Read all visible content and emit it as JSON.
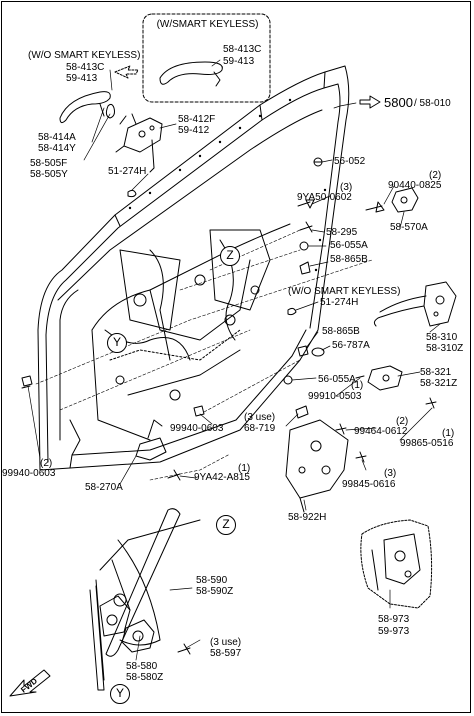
{
  "groups": {
    "with_smart_keyless": "(W/SMART KEYLESS)",
    "without_smart_keyless_top": "(W/O SMART KEYLESS)",
    "without_smart_keyless_mid": "(W/O SMART KEYLESS)"
  },
  "labels": {
    "h_58_413c_a": "58-413C",
    "h_59_413_a": "59-413",
    "h_58_413c_b": "58-413C",
    "h_59_413_b": "59-413",
    "p_58_414a": "58-414A",
    "p_58_414y": "58-414Y",
    "p_58_505f": "58-505F",
    "p_58_505y": "58-505Y",
    "p_58_412f": "58-412F",
    "p_59_412": "59-412",
    "p_51_274h_a": "51-274H",
    "p_5800": "5800",
    "p_58_010": "/ 58-010",
    "p_56_052": "56-052",
    "q_3a": "(3)",
    "p_9ya50_0602": "9YA50-0602",
    "q_2a": "(2)",
    "p_90440_0825": "90440-0825",
    "p_58_570a": "58-570A",
    "p_58_295": "58-295",
    "p_56_055a_a": "56-055A",
    "p_58_865b_a": "58-865B",
    "p_51_274h_b": "51-274H",
    "p_58_310": "58-310",
    "p_58_310z": "58-310Z",
    "p_58_865b_b": "58-865B",
    "p_56_787a": "56-787A",
    "p_58_321": "58-321",
    "p_58_321z": "58-321Z",
    "p_56_055a_b": "56-055A",
    "q_1a": "(1)",
    "p_99910_0503": "99910-0503",
    "q_3use_a": "(3 use)",
    "p_68_719": "68-719",
    "q_2b": "(2)",
    "p_99464_0612": "99464-0612",
    "q_1b": "(1)",
    "p_99865_0516": "99865-0516",
    "p_99940_0603_a": "99940-0603",
    "q_2c": "(2)",
    "p_99940_0603_b": "99940-0603",
    "q_3b": "(3)",
    "p_99845_0616": "99845-0616",
    "p_58_270a": "58-270A",
    "q_1c": "(1)",
    "p_9ya42_a815": "9YA42-A815",
    "p_58_922h": "58-922H",
    "p_58_590": "58-590",
    "p_58_590z": "58-590Z",
    "p_58_973": "58-973",
    "p_59_973": "59-973",
    "q_3use_b": "(3 use)",
    "p_58_597": "58-597",
    "p_58_580": "58-580",
    "p_58_580z": "58-580Z",
    "fwd": "FWD"
  },
  "refs": {
    "z_mid": "Z",
    "y_mid": "Y",
    "z_low": "Z",
    "y_low": "Y"
  }
}
